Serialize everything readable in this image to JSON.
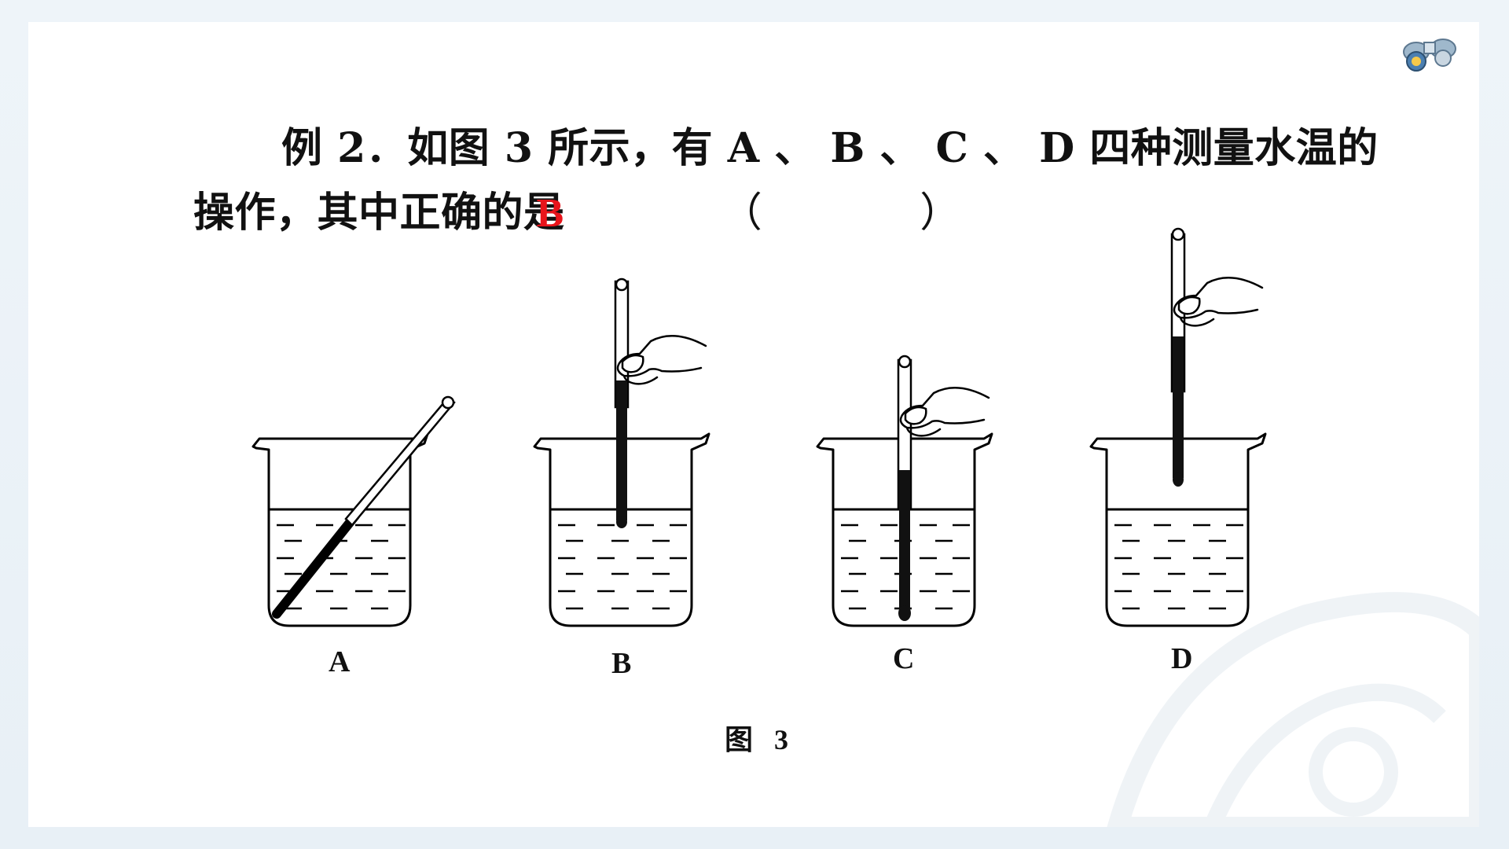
{
  "question": {
    "line1": "例 2．如图 3 所示，有 A 、 B 、 C 、 D 四种测量水温的",
    "line2_prefix": "操作，其中正确的是",
    "answer": "B",
    "paren_open": "（",
    "paren_close": "）"
  },
  "figure": {
    "panels": [
      {
        "label": "A"
      },
      {
        "label": "B"
      },
      {
        "label": "C"
      },
      {
        "label": "D"
      }
    ],
    "caption": "图 3"
  },
  "colors": {
    "answer": "#e8141b",
    "text": "#111111",
    "ink": "#000000"
  }
}
